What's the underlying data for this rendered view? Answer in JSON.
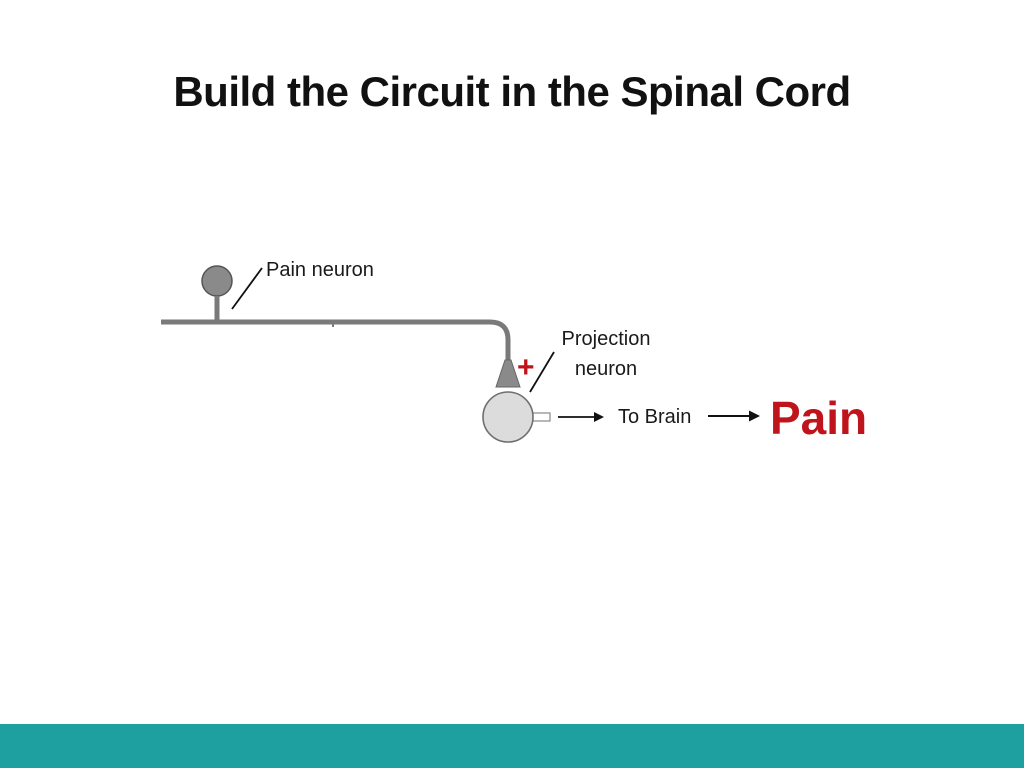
{
  "slide": {
    "title": "Build the Circuit in the Spinal Cord"
  },
  "diagram": {
    "pain_neuron_label": "Pain neuron",
    "projection_neuron_label_line1": "Projection",
    "projection_neuron_label_line2": "neuron",
    "excitatory_sign": "+",
    "to_brain_label": "To Brain",
    "outcome_label": "Pain"
  },
  "colors": {
    "footer_bar": "#1fa0a0",
    "accent_red": "#c0141c",
    "neuron_gray": "#8a8a8a",
    "cell_body_light": "#dcdcdc"
  }
}
